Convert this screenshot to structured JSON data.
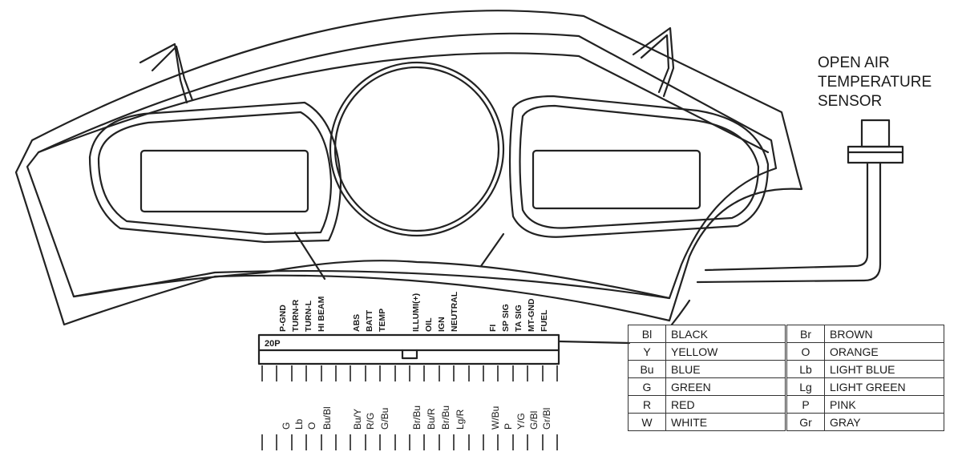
{
  "sensor": {
    "label_lines": [
      "OPEN AIR",
      "TEMPERATURE",
      "SENSOR"
    ]
  },
  "connector": {
    "label": "20P",
    "top_labels": [
      "P-GND",
      "TURN-R",
      "TURN-L",
      "HI BEAM",
      "ABS",
      "BATT",
      "TEMP",
      "ILLUMI(+)",
      "OIL",
      "IGN",
      "NEUTRAL",
      "FI",
      "SP SIG",
      "TA SIG",
      "MT-GND",
      "FUEL"
    ],
    "wire_labels": [
      "G",
      "Lb",
      "O",
      "Bu/Bl",
      "Bu/Y",
      "R/G",
      "G/Bu",
      "Br/Bu",
      "Bu/R",
      "Br/Bu",
      "Lg/R",
      "W/Bu",
      "P",
      "Y/G",
      "G/Bl",
      "Gr/Bl"
    ]
  },
  "legend": {
    "rows": [
      {
        "code1": "Bl",
        "name1": "BLACK",
        "code2": "Br",
        "name2": "BROWN"
      },
      {
        "code1": "Y",
        "name1": "YELLOW",
        "code2": "O",
        "name2": "ORANGE"
      },
      {
        "code1": "Bu",
        "name1": "BLUE",
        "code2": "Lb",
        "name2": "LIGHT BLUE"
      },
      {
        "code1": "G",
        "name1": "GREEN",
        "code2": "Lg",
        "name2": "LIGHT GREEN"
      },
      {
        "code1": "R",
        "name1": "RED",
        "code2": "P",
        "name2": "PINK"
      },
      {
        "code1": "W",
        "name1": "WHITE",
        "code2": "Gr",
        "name2": "GRAY"
      }
    ]
  }
}
